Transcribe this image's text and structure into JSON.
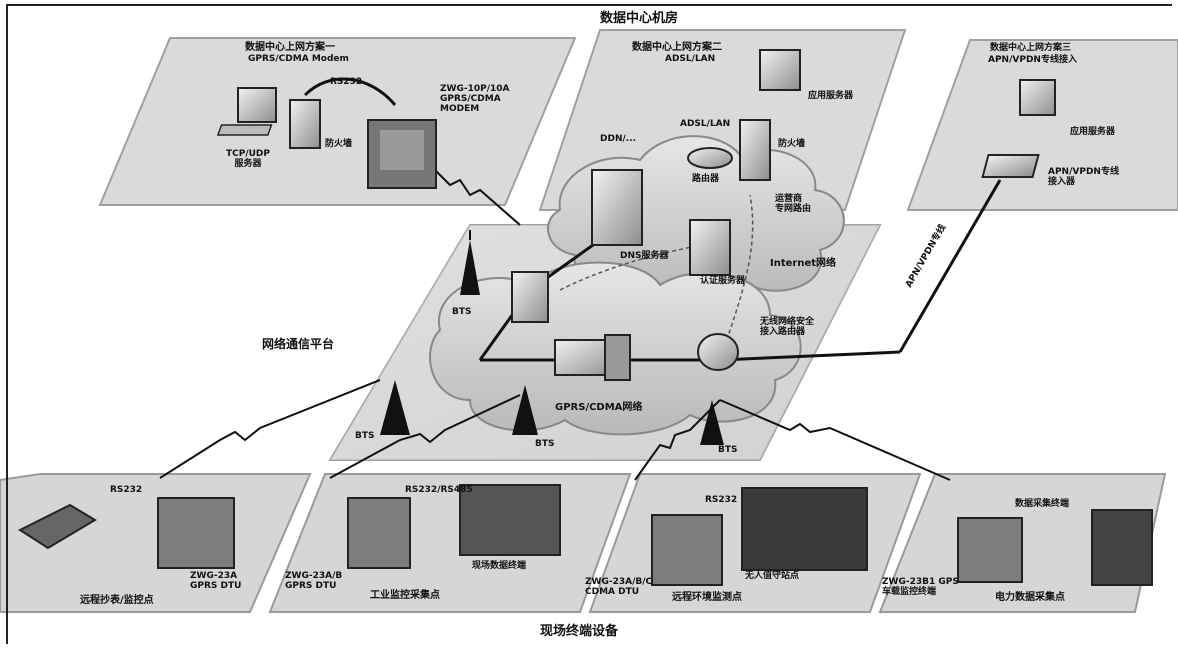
{
  "title_top": "数据中心机房",
  "title_bottom": "现场终端设备",
  "platform_label": "网络通信平台",
  "center1": {
    "title": "数据中心上网方案一",
    "subtitle": "GPRS/CDMA Modem",
    "modem": "ZWG-10P/10A\nGPRS/CDMA\nMODEM",
    "server": "TCP/UDP\n服务器",
    "firewall": "防火墙",
    "link": "RS232"
  },
  "center2": {
    "title": "数据中心上网方案二",
    "subtitle": "ADSL/LAN",
    "adsl": "ADSL/LAN",
    "server": "应用服务器",
    "firewall": "防火墙",
    "router": "路由器",
    "ddn": "DDN/...",
    "isp": "运营商\n专网路由",
    "dns": "DNS服务器",
    "auth": "认证服务器",
    "internet": "Internet网络"
  },
  "center3": {
    "title": "数据中心上网方案三",
    "subtitle": "APN/VPDN专线接入",
    "server": "应用服务器",
    "access": "APN/VPDN专线\n接入器",
    "line": "APN/VPDN专线"
  },
  "network": {
    "gateway": "无线网络安全\n接入路由器",
    "cloud": "GPRS/CDMA网络",
    "bts": [
      "BTS",
      "BTS",
      "BTS",
      "BTS"
    ]
  },
  "terminals": [
    {
      "device_label": "RS232",
      "dtu": "ZWG-23A\nGPRS DTU",
      "caption": "远程抄表/监控点"
    },
    {
      "device_label": "RS232/RS485",
      "dtu": "ZWG-23A/B\nGPRS DTU",
      "caption": "工业监控采集点",
      "extra": "现场数据终端"
    },
    {
      "device_label": "RS232",
      "dtu": "ZWG-23A/B/C\nCDMA DTU",
      "caption": "远程环境监测点",
      "extra": "无人值守站点"
    },
    {
      "device_label": "数据采集终端",
      "dtu": "ZWG-23B1 GPS\n车载监控终端",
      "caption": "电力数据采集点"
    }
  ],
  "colors": {
    "panel": "#d9d9d9",
    "panel_edge": "#9a9a9a",
    "cloud": "#c7c7c7",
    "line": "#111111"
  }
}
